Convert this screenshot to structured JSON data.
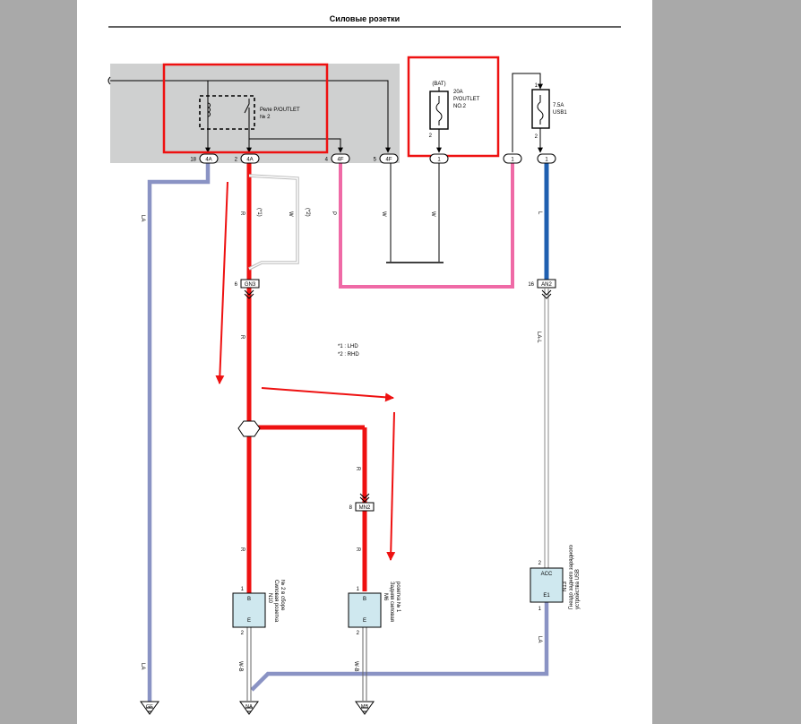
{
  "page": {
    "title": "Силовые розетки"
  },
  "relay": {
    "name": "Реле P/OUTLET",
    "number": "№ 2"
  },
  "fuses": [
    {
      "id": "fuse-p-outlet-2",
      "source": "(BAT)",
      "rating": "20A",
      "name": "P/OUTLET",
      "name2": "NO.2",
      "pin_top": "",
      "pin_bottom": "2"
    },
    {
      "id": "fuse-usb1",
      "source": "",
      "rating": "7.5A",
      "name": "USB1",
      "name2": "",
      "pin_top": "1",
      "pin_bottom": "2"
    }
  ],
  "junction_connectors": [
    {
      "pin": "18",
      "label": "4A"
    },
    {
      "pin": "2",
      "label": "4A"
    },
    {
      "pin": "4",
      "label": "4F"
    },
    {
      "pin": "5",
      "label": "4F"
    },
    {
      "pin": "",
      "label": "1"
    },
    {
      "pin": "",
      "label": "1"
    },
    {
      "pin": "",
      "label": "1"
    }
  ],
  "wire_colors": {
    "la": "LA",
    "r": "R",
    "w": "W",
    "p": "P",
    "l": "L",
    "la_l": "LA-L",
    "w_b": "W-B",
    "r_note1": "(*1)",
    "w_note2": "(*2)"
  },
  "inline_connectors": [
    {
      "pin": "6",
      "label": "GN3"
    },
    {
      "pin": "16",
      "label": "AN2"
    },
    {
      "pin": "8",
      "label": "MN2"
    }
  ],
  "notes": [
    "*1 : LHD",
    "*2 : RHD"
  ],
  "components": [
    {
      "id": "N10",
      "pin_top": "1",
      "pin_bottom": "2",
      "term_top": "B",
      "term_bottom": "E",
      "code": "N10",
      "desc1": "Силовая розетка",
      "desc2": "№ 2 в сборе"
    },
    {
      "id": "M6",
      "pin_top": "1",
      "pin_bottom": "2",
      "term_top": "B",
      "term_bottom": "E",
      "code": "M6",
      "desc1": "Задняя силовая",
      "desc2": "розетка № 1"
    },
    {
      "id": "E1",
      "pin_top": "2",
      "pin_bottom": "1",
      "term_top": "ACC",
      "term_bottom": "E1",
      "code": "N13",
      "desc1": "Гнездо заднего зарядного",
      "desc2": "устройства USB"
    }
  ],
  "grounds": [
    "GE",
    "NA",
    "MB"
  ],
  "colors": {
    "highlight": "#ee1111",
    "wire_red": "#ee1111",
    "wire_blue": "#1f5fb0",
    "wire_pink": "#ef6aa6",
    "wire_lavender": "#8a93c4",
    "box_fill": "#cfd0d0",
    "component_fill": "#cfe8ef"
  }
}
